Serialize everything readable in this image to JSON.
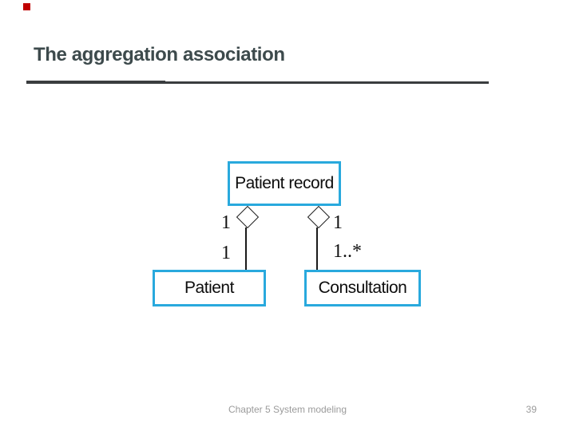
{
  "slide": {
    "title": "The aggregation association",
    "footer": "Chapter 5 System modeling",
    "page_number": "39",
    "accent_square_color": "#c00000",
    "title_color": "#3d4a4c",
    "rule_color": "#3a3d3f",
    "footer_color": "#9b9b9b"
  },
  "diagram": {
    "type": "uml-class-aggregation",
    "box_border_color": "#29a9dd",
    "line_color": "#1a1a1a",
    "parent_class": "Patient record",
    "relations": [
      {
        "child_class": "Patient",
        "parent_end_multiplicity": "1",
        "child_end_multiplicity": "1"
      },
      {
        "child_class": "Consultation",
        "parent_end_multiplicity": "1",
        "child_end_multiplicity": "1..*"
      }
    ]
  }
}
